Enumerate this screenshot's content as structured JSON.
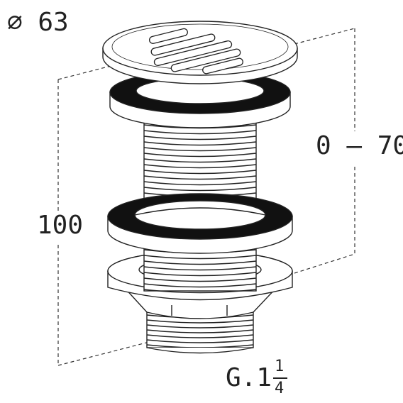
{
  "labels": {
    "diameter_symbol": "∅",
    "diameter_value": "63",
    "height": "100",
    "adjust_range": "0 – 70",
    "thread_prefix": "G.1",
    "thread_numerator": "1",
    "thread_denominator": "4"
  },
  "colors": {
    "line": "#222222",
    "gasket": "#111111",
    "background": "#ffffff"
  }
}
